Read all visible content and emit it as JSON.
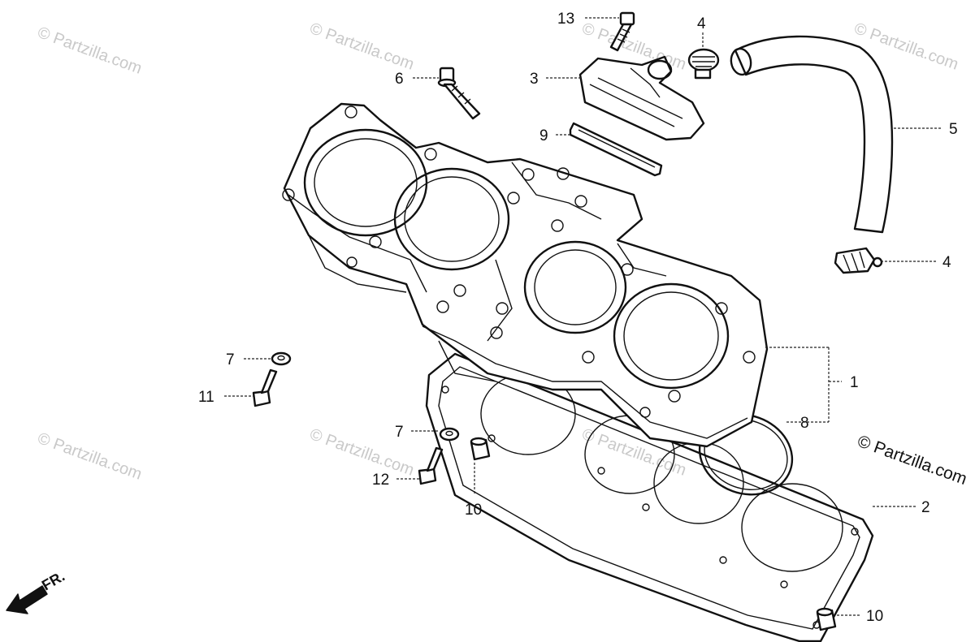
{
  "watermark_text": "© Partzilla.com",
  "copyright_text": "© Partzilla.com",
  "front_indicator": "FR.",
  "callouts": {
    "c13": "13",
    "c4a": "4",
    "c6": "6",
    "c3": "3",
    "c9": "9",
    "c5": "5",
    "c4b": "4",
    "c1": "1",
    "c8": "8",
    "c7a": "7",
    "c11": "11",
    "c7b": "7",
    "c12": "12",
    "c10a": "10",
    "c2": "2",
    "c10b": "10"
  }
}
